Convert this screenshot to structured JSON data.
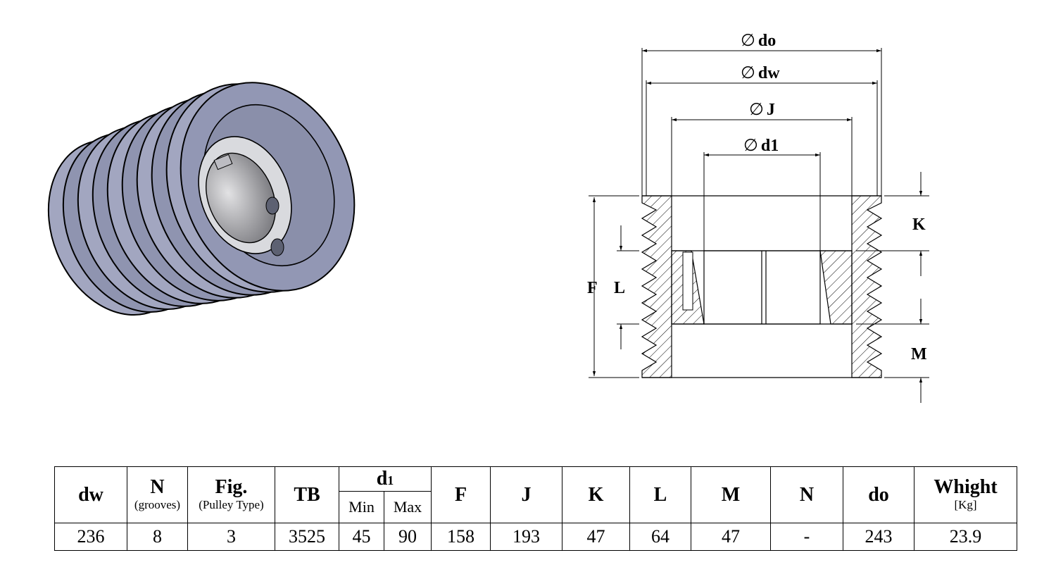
{
  "drawing": {
    "dimension_labels": {
      "do": "do",
      "dw": "dw",
      "j": "J",
      "d1": "d1",
      "k": "K",
      "f": "F",
      "l": "L",
      "m": "M"
    },
    "diameter_symbol": "∅"
  },
  "table": {
    "headers": {
      "dw": "dw",
      "n": "N",
      "n_sub": "(grooves)",
      "fig": "Fig.",
      "fig_sub": "(Pulley Type)",
      "tb": "TB",
      "d1_main": "d",
      "d1_subscript": "1",
      "d1_min": "Min",
      "d1_max": "Max",
      "f": "F",
      "j": "J",
      "k": "K",
      "l": "L",
      "m": "M",
      "n2": "N",
      "do": "do",
      "weight": "Whight",
      "weight_unit": "[Kg]"
    },
    "row": {
      "dw": "236",
      "n": "8",
      "fig": "3",
      "tb": "3525",
      "d1_min": "45",
      "d1_max": "90",
      "f": "158",
      "j": "193",
      "k": "47",
      "l": "64",
      "m": "47",
      "n2": "-",
      "do": "243",
      "weight": "23.9"
    }
  }
}
